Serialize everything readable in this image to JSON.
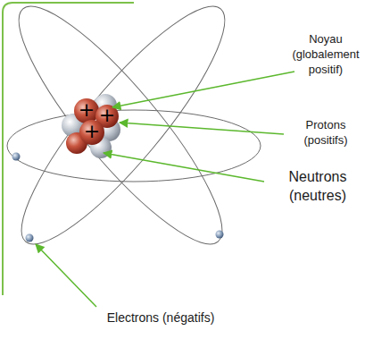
{
  "diagram": {
    "labels": [
      "Noyau (globalement positif)",
      "Protons (positifs)",
      "Neutrons (neutres)",
      "Electrons (négatifs)",
      "+",
      "+",
      "+"
    ]
  }
}
